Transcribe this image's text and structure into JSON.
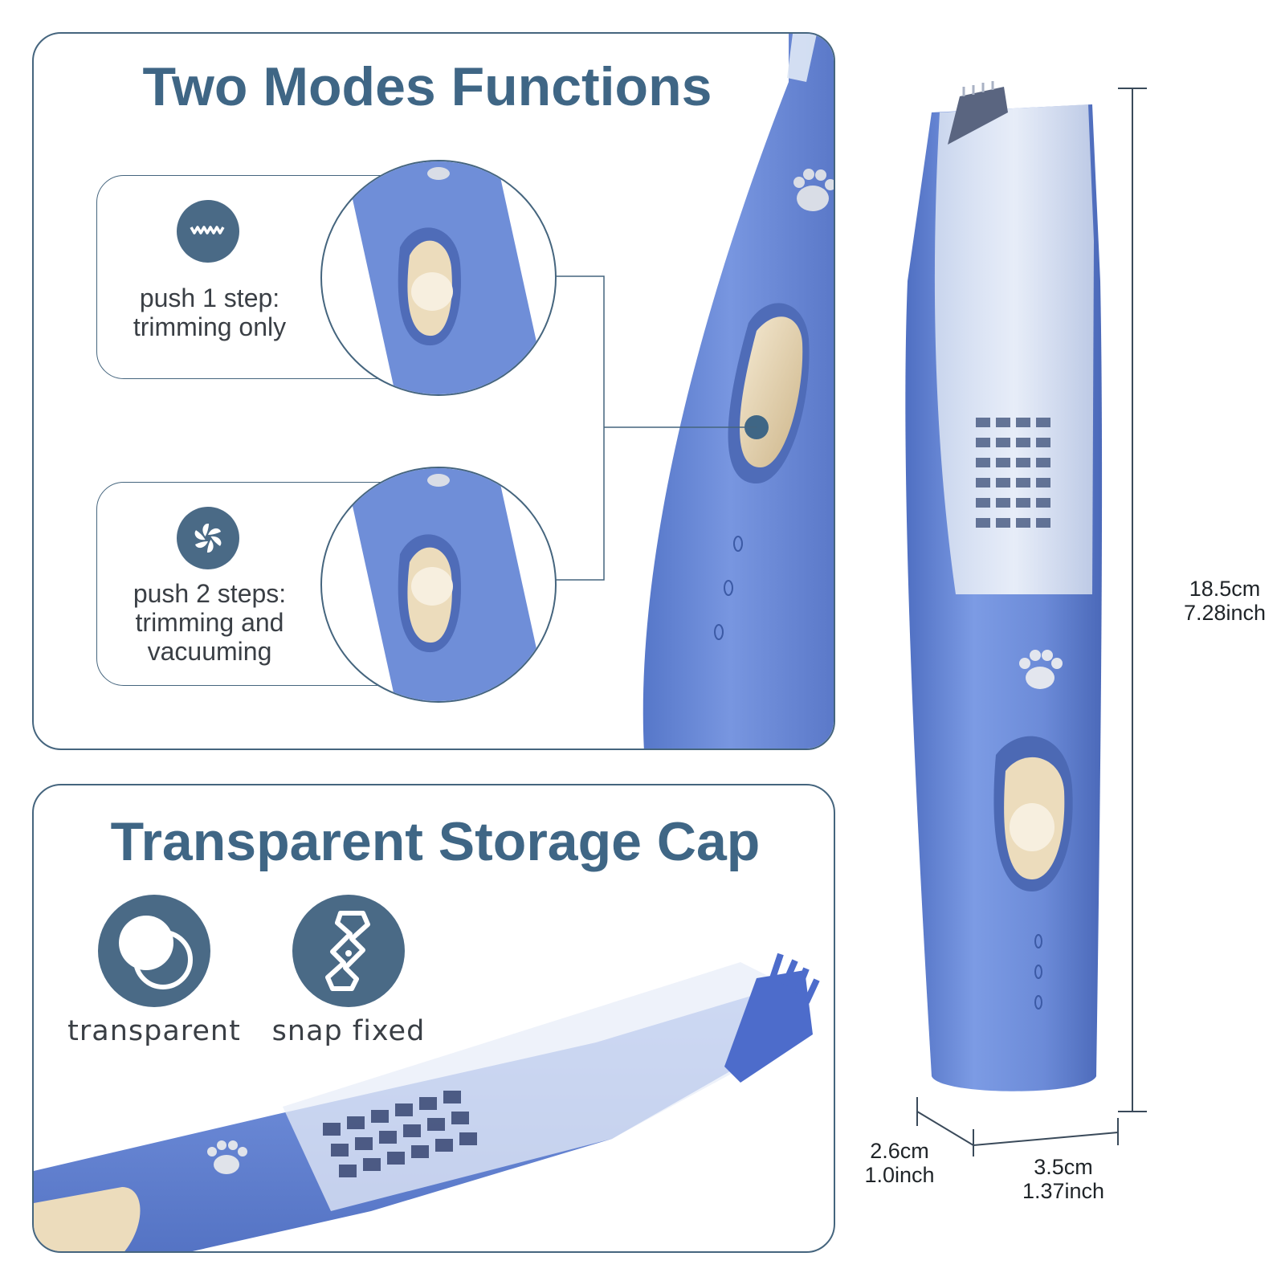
{
  "colors": {
    "accent": "#4a6a86",
    "device_blue": "#6f8ed8",
    "button_cream": "#e9d7b6",
    "outline": "#45657e"
  },
  "two_modes": {
    "title": "Two Modes Functions",
    "modes": [
      {
        "icon": "wave-icon",
        "line1": "push 1 step:",
        "line2": "trimming only",
        "line3": ""
      },
      {
        "icon": "fan-icon",
        "line1": "push 2 steps:",
        "line2": "trimming and",
        "line3": "vacuuming"
      }
    ]
  },
  "storage_cap": {
    "title": "Transparent Storage Cap",
    "features": [
      {
        "icon": "transparent-circles-icon",
        "label": "transparent"
      },
      {
        "icon": "snap-link-icon",
        "label": "snap fixed"
      }
    ]
  },
  "dimensions": {
    "height": {
      "cm": "18.5cm",
      "inch": "7.28inch"
    },
    "depth": {
      "cm": "2.6cm",
      "inch": "1.0inch"
    },
    "width": {
      "cm": "3.5cm",
      "inch": "1.37inch"
    }
  }
}
